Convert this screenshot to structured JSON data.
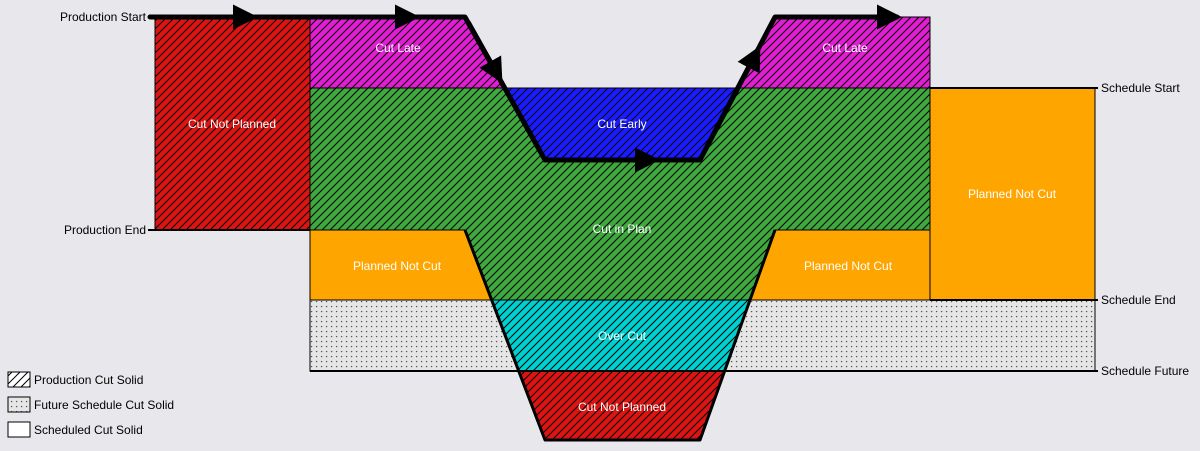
{
  "colors": {
    "background": "#e8e8ec",
    "red": "#dd1414",
    "magenta": "#e01ed2",
    "blue": "#1b1bff",
    "green": "#3fa83f",
    "orange": "#ffa500",
    "cyan": "#00d0d0",
    "future_band": "#e6e6e6",
    "line": "#000000"
  },
  "axis": {
    "production_start": "Production Start",
    "production_end": "Production End",
    "schedule_start": "Schedule Start",
    "schedule_end": "Schedule End",
    "schedule_future": "Schedule Future"
  },
  "regions": {
    "cut_not_planned_left": "Cut Not Planned",
    "cut_late_left": "Cut Late",
    "cut_early": "Cut Early",
    "cut_late_right": "Cut Late",
    "cut_in_plan": "Cut in Plan",
    "planned_not_cut_left": "Planned Not Cut",
    "planned_not_cut_mid": "Planned Not Cut",
    "planned_not_cut_right": "Planned Not Cut",
    "over_cut": "Over Cut",
    "cut_not_planned_bottom": "Cut Not Planned"
  },
  "legend": {
    "production_cut": "Production Cut Solid",
    "future_schedule_cut": "Future Schedule Cut Solid",
    "scheduled_cut": "Scheduled Cut Solid"
  }
}
